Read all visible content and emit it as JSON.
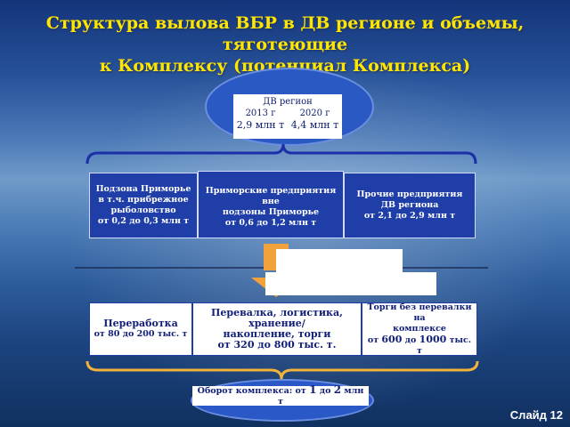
{
  "title": {
    "line1": "Структура вылова ВБР в ДВ регионе и объемы, тяготеющие",
    "line2": "к Комплексу (потенциал Комплекса)"
  },
  "region": {
    "name": "ДВ регион",
    "year1": "2013 г",
    "year2": "2020 г",
    "value1": "2,9 млн т",
    "value2": "4,4 млн т"
  },
  "segments": [
    {
      "line1": "Подзона Приморье",
      "line2": "в т.ч. прибрежное",
      "line3": "рыболовство",
      "line4": "от 0,2 до 0,3 млн т"
    },
    {
      "line1": "Приморские предприятия вне",
      "line2": "подзоны Приморье",
      "line3": "от 0,6 до 1,2 млн т"
    },
    {
      "line1": "Прочие предприятия",
      "line2": "ДВ региона",
      "line3": "от 2,1 до 2,9 млн т"
    }
  ],
  "activities": [
    {
      "line1": "Переработка",
      "line2": "от 80 до 200 тыс. т"
    },
    {
      "line1": "Перевалка, логистика, хранение/",
      "line2": "накопление, торги",
      "line3": "от 320 до 800 тыс. т."
    },
    {
      "line1": "Торги без перевалки на",
      "line2": "комплексе",
      "line3_prefix": "от ",
      "line3_a": "600",
      "line3_mid": " до ",
      "line3_b": "1000",
      "line3_suffix": " тыс. т"
    }
  ],
  "turnover": {
    "prefix": "Оборот комплекса: от ",
    "a": "1",
    "mid": " до ",
    "b": "2",
    "suffix": " млн т"
  },
  "slide_label": "Слайд 12",
  "colors": {
    "title": "#ffe600",
    "box_blue": "#1f3ea8",
    "oval_blue": "#2b59c4",
    "arrow_orange": "#f2a23a",
    "bracket": "#1a2fa8"
  }
}
